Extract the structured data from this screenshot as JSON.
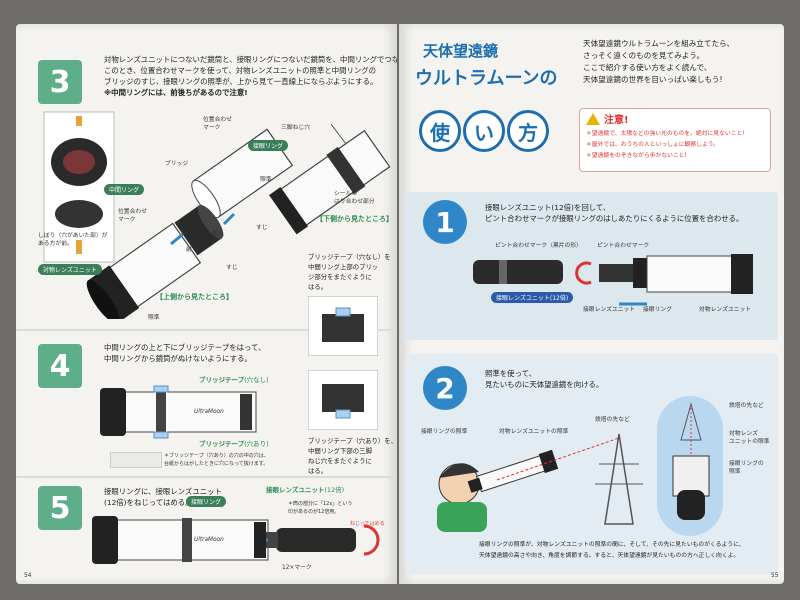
{
  "left_page": {
    "step3": {
      "number": "3",
      "lines": [
        "対物レンズユニットにつないだ鏡筒と、接眼リングにつないだ鏡筒を、中間リングでつなぐ。",
        "このとき、位置合わせマークを使って、対物レンズユニットの照準と中間リングの",
        "ブリッジのすじ、接眼リングの照準が、上から見て一直線上にならぶようにする。",
        "※中間リングには、前後ちがあるので注意!"
      ],
      "labels": {
        "align_mark": "位置合わせ\nマーク",
        "eyepiece_ring": "接眼リング",
        "three_screw": "三脚ねじ穴",
        "bridge": "ブリッジ",
        "middle_ring": "中間リング",
        "align_mark2": "位置合わせ\nマーク",
        "sight": "照準",
        "seal": "シールの\nはり合わせ部分",
        "view_below": "【下側から見たところ】",
        "insert": "差込",
        "front": "前",
        "line": "すじ",
        "hole_note": "しぼり（穴があいた部）が\nある方が前。",
        "objective_unit": "対物レンズユニット",
        "view_above": "【上側から見たところ】",
        "sight2": "照準"
      }
    },
    "step4": {
      "number": "4",
      "lines": [
        "中間リングの上と下にブリッジテープをはって、",
        "中間リングから鏡筒がぬけないようにする。"
      ],
      "labels": {
        "tape_nohole": "ブリッジテープ",
        "tape_nohole_sub": "(穴なし)",
        "tape_hole": "ブリッジテープ",
        "tape_hole_sub": "(穴あり)",
        "note": "＊ブリッジテープ（穴あり）の穴の中の穴は、\n台紙からはがしたときに穴になって抜けます。",
        "brand": "UltraMoon"
      },
      "side_top": [
        "ブリッジテープ（穴なし）を",
        "中間リング上部のブリッ",
        "ジ部分をまたぐように",
        "はる。"
      ],
      "side_bottom": [
        "ブリッジテープ（穴あり）を、",
        "中間リング下部の三脚",
        "ねじ穴をまたぐように",
        "はる。"
      ]
    },
    "step5": {
      "number": "5",
      "lines": [
        "接眼リングに、接眼レンズユニット",
        "(12倍)をねじってはめる。"
      ],
      "labels": {
        "eyepiece_ring": "接眼リング",
        "eyepiece_unit": "接眼レンズユニット",
        "eyepiece_unit_sub": "(12倍)",
        "note": "＊筒の部分に「12x」という\n印があるのが12倍用。",
        "mark": "12×マーク",
        "twist": "ねじってはめる",
        "brand": "UltraMoon"
      }
    },
    "page_no": "54"
  },
  "right_page": {
    "title_small": "天体望遠鏡",
    "title_mid": "ウルトラムーンの",
    "title_chars": [
      "使",
      "い",
      "方"
    ],
    "intro": [
      "天体望遠鏡ウルトラムーンを組み立てたら、",
      "さっそく遠くのものを見てみよう。",
      "ここで紹介する使い方をよく読んで、",
      "天体望遠鏡の世界を目いっぱい楽しもう!"
    ],
    "caution": {
      "title": "注意!",
      "items": [
        "＊望遠鏡で、太陽などの強い光のものを、絶対に見ないこと!",
        "＊屋外では、おうちの人といっしょに観察しよう。",
        "＊望遠鏡をのぞきながら歩かないこと!"
      ]
    },
    "step1": {
      "number": "1",
      "lines": [
        "接眼レンズユニット(12倍)を回して、",
        "ピント合わせマークが接眼リングのはしあたりにくるように位置を合わせる。"
      ],
      "labels": {
        "focus_mark": "ピント合わせマーク（黒片の形）",
        "focus_mark2": "ピント合わせマーク",
        "eyepiece_unit": "接眼レンズユニット(12倍)",
        "eyepiece_unit2": "接眼レンズユニット",
        "eyepiece_ring": "接眼リング",
        "objective_unit": "対物レンズユニット"
      }
    },
    "step2": {
      "number": "2",
      "lines": [
        "照準を使って、",
        "見たいものに天体望遠鏡を向ける。"
      ],
      "labels": {
        "eye_sight": "接眼リングの照準",
        "obj_sight": "対物レンズユニットの照準",
        "tower_tip": "鉄塔の先など",
        "tower_tip2": "鉄塔の先など",
        "obj_sight2": "対物レンズ\nユニットの照準",
        "eye_sight2": "接眼リングの\n照準"
      },
      "bottom": [
        "接眼リングの照準が、対物レンズユニットの照準の間に、そして、その先に見たいものがくるように、",
        "天体望遠鏡の高さや向き、角度を調節する。すると、天体望遠鏡が見たいものの方へ正しく向くよ。"
      ]
    },
    "page_no": "55"
  }
}
